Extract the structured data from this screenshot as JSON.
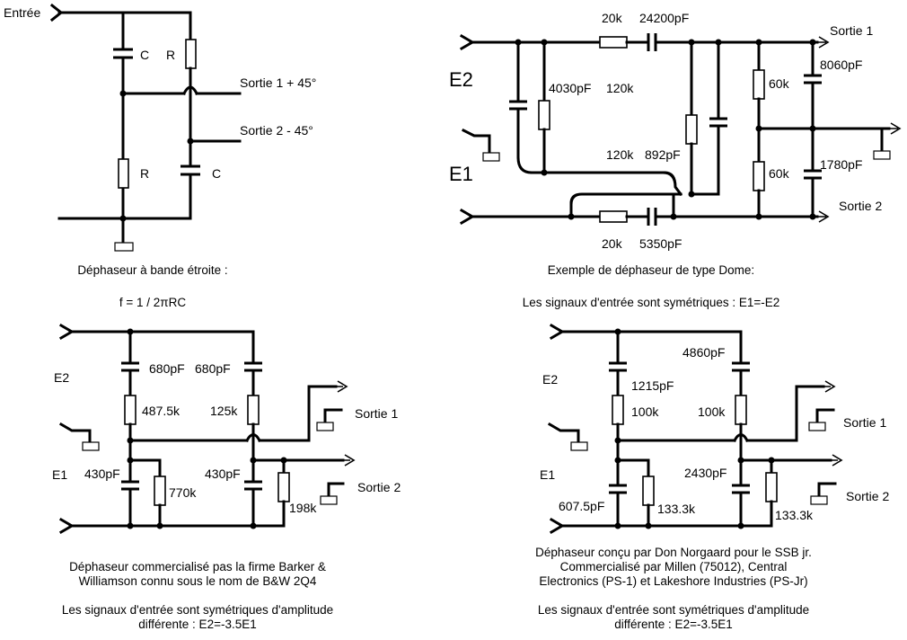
{
  "circuit1": {
    "input_label": "Entrée",
    "cap_top": "C",
    "res_top": "R",
    "out1": "Sortie 1 + 45°",
    "out2": "Sortie 2 - 45°",
    "res_bottom": "R",
    "cap_bottom": "C",
    "caption_title": "Déphaseur à bande étroite :",
    "caption_formula": "f = 1 / 2πRC"
  },
  "circuit2": {
    "r_top": "20k",
    "c_top": "24200pF",
    "out1": "Sortie 1",
    "e2": "E2",
    "e1": "E1",
    "c_left": "4030pF",
    "r_left": "120k",
    "r_mid": "120k",
    "c_mid": "892pF",
    "r_right_top": "60k",
    "c_right_top": "8060pF",
    "r_right_bottom": "60k",
    "c_right_bottom": "1780pF",
    "out2": "Sortie 2",
    "r_bottom": "20k",
    "c_bottom": "5350pF",
    "caption_title": "Exemple de déphaseur de type Dome:",
    "caption_note": "Les signaux d'entrée sont symétriques : E1=-E2"
  },
  "circuit3": {
    "e2": "E2",
    "e1": "E1",
    "c_top_left": "680pF",
    "c_top_right": "680pF",
    "r_left": "487.5k",
    "r_right": "125k",
    "c_bottom_left": "430pF",
    "c_bottom_right": "430pF",
    "r_bottom_left": "770k",
    "r_bottom_right": "198k",
    "out1": "Sortie 1",
    "out2": "Sortie 2",
    "caption_line1": "Déphaseur commercialisé pas la firme Barker &",
    "caption_line2": "Williamson connu sous le nom de B&W 2Q4",
    "caption_note1": "Les signaux d'entrée sont symétriques d'amplitude",
    "caption_note2": "différente : E2=-3.5E1"
  },
  "circuit4": {
    "e2": "E2",
    "e1": "E1",
    "c_top_left": "1215pF",
    "c_top_right": "4860pF",
    "r_left": "100k",
    "r_right": "100k",
    "c_bottom_left": "607.5pF",
    "c_bottom_right": "2430pF",
    "r_bottom_left": "133.3k",
    "r_bottom_right": "133.3k",
    "out1": "Sortie 1",
    "out2": "Sortie 2",
    "caption_line1": "Déphaseur conçu par Don Norgaard pour le SSB jr.",
    "caption_line2": "Commercialisé par Millen (75012), Central",
    "caption_line3": "Electronics (PS-1) et Lakeshore Industries (PS-Jr)",
    "caption_note1": "Les signaux d'entrée sont symétriques d'amplitude",
    "caption_note2": "différente : E2=-3.5E1"
  }
}
